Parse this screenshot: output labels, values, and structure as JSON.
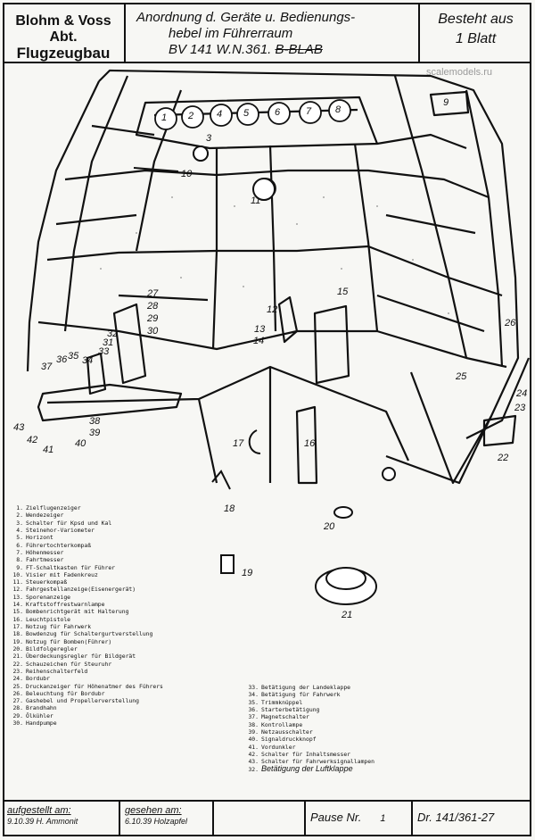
{
  "header": {
    "firm_line1": "Blohm & Voss",
    "firm_line2": "Abt.",
    "firm_line3": "Flugzeugbau",
    "title_line1": "Anordnung d. Geräte u. Bedienungs-",
    "title_line2": "hebel im Führerraum",
    "title_line3": "BV 141 W.N.361.",
    "title_struck": "B-BLAB",
    "sheets_line1": "Besteht aus",
    "sheets_line2": "1 Blatt"
  },
  "watermark": "scalemodels.ru",
  "callouts": [
    "1",
    "2",
    "3",
    "4",
    "5",
    "6",
    "7",
    "8",
    "9",
    "10",
    "11",
    "12",
    "13",
    "14",
    "15",
    "16",
    "17",
    "18",
    "19",
    "20",
    "21",
    "22",
    "23",
    "24",
    "25",
    "26",
    "27",
    "28",
    "29",
    "30",
    "31",
    "32",
    "33",
    "34",
    "35",
    "36",
    "37",
    "38",
    "39",
    "40",
    "41",
    "42",
    "43"
  ],
  "legend": [
    {
      "n": "1.",
      "t": "Zielflugenzeiger"
    },
    {
      "n": "2.",
      "t": "Wendezeiger"
    },
    {
      "n": "3.",
      "t": "Schalter für Kpsd und Kal"
    },
    {
      "n": "4.",
      "t": "Steinehor-Variometer"
    },
    {
      "n": "5.",
      "t": "Horizont"
    },
    {
      "n": "6.",
      "t": "Führertochterkompaß"
    },
    {
      "n": "7.",
      "t": "Höhenmesser"
    },
    {
      "n": "8.",
      "t": "Fahrtmesser"
    },
    {
      "n": "9.",
      "t": "FT-Schaltkasten für Führer"
    },
    {
      "n": "10.",
      "t": "Visier mit Fadenkreuz"
    },
    {
      "n": "11.",
      "t": "Steuerkompaß"
    },
    {
      "n": "12.",
      "t": "Fahrgestellanzeige(Eisenergerät)"
    },
    {
      "n": "13.",
      "t": "Sporenanzeige"
    },
    {
      "n": "14.",
      "t": "Kraftstoffrestwarnlampe"
    },
    {
      "n": "15.",
      "t": "Bombenrichtgerät mit Halterung"
    },
    {
      "n": "16.",
      "t": "Leuchtpistole"
    },
    {
      "n": "17.",
      "t": "Notzug für Fahrwerk"
    },
    {
      "n": "18.",
      "t": "Bowdenzug für Schaltergurtverstellung"
    },
    {
      "n": "19.",
      "t": "Notzug für Bomben(Führer)"
    },
    {
      "n": "20.",
      "t": "Bildfolgeregler"
    },
    {
      "n": "21.",
      "t": "Überdeckungsregler für Bildgerät"
    },
    {
      "n": "22.",
      "t": "Schauzeichen für Steuruhr"
    },
    {
      "n": "23.",
      "t": "Reihenschalterfeld"
    },
    {
      "n": "24.",
      "t": "Bordubr"
    },
    {
      "n": "25.",
      "t": "Druckanzeiger für Höhenatmer des Führers"
    },
    {
      "n": "26.",
      "t": "Beleuchtung für Bordubr"
    },
    {
      "n": "27.",
      "t": "Gashebel und Propellerverstellung"
    },
    {
      "n": "28.",
      "t": "Brandhahn"
    },
    {
      "n": "29.",
      "t": "Ölkühler"
    },
    {
      "n": "30.",
      "t": "Handpumpe"
    },
    {
      "n": "33.",
      "t": "Betätigung der Landeklappe"
    },
    {
      "n": "34.",
      "t": "Betätigung für Fahrwerk"
    },
    {
      "n": "35.",
      "t": "Trimmknüppel"
    },
    {
      "n": "36.",
      "t": "Starterbetätigung"
    },
    {
      "n": "37.",
      "t": "Magnetschalter"
    },
    {
      "n": "38.",
      "t": "Kontrollampe"
    },
    {
      "n": "39.",
      "t": "Netzausschalter"
    },
    {
      "n": "40.",
      "t": "Signaldruckknopf"
    },
    {
      "n": "41.",
      "t": "Vordunkler"
    },
    {
      "n": "42.",
      "t": "Schalter für Inhaltsmesser"
    },
    {
      "n": "43.",
      "t": "Schalter für Fahrwerksignallampen"
    },
    {
      "n": "32.",
      "t": "Betätigung der Luftklappe"
    }
  ],
  "footer": {
    "drawn_label": "aufgestellt am:",
    "drawn_value": "9.10.39 H. Ammonit",
    "checked_label": "gesehen am:",
    "checked_value": "6.10.39 Holzapfel",
    "pause_label": "Pause Nr.",
    "pause_value": "1",
    "drawing_no": "Dr. 141/361-27"
  }
}
